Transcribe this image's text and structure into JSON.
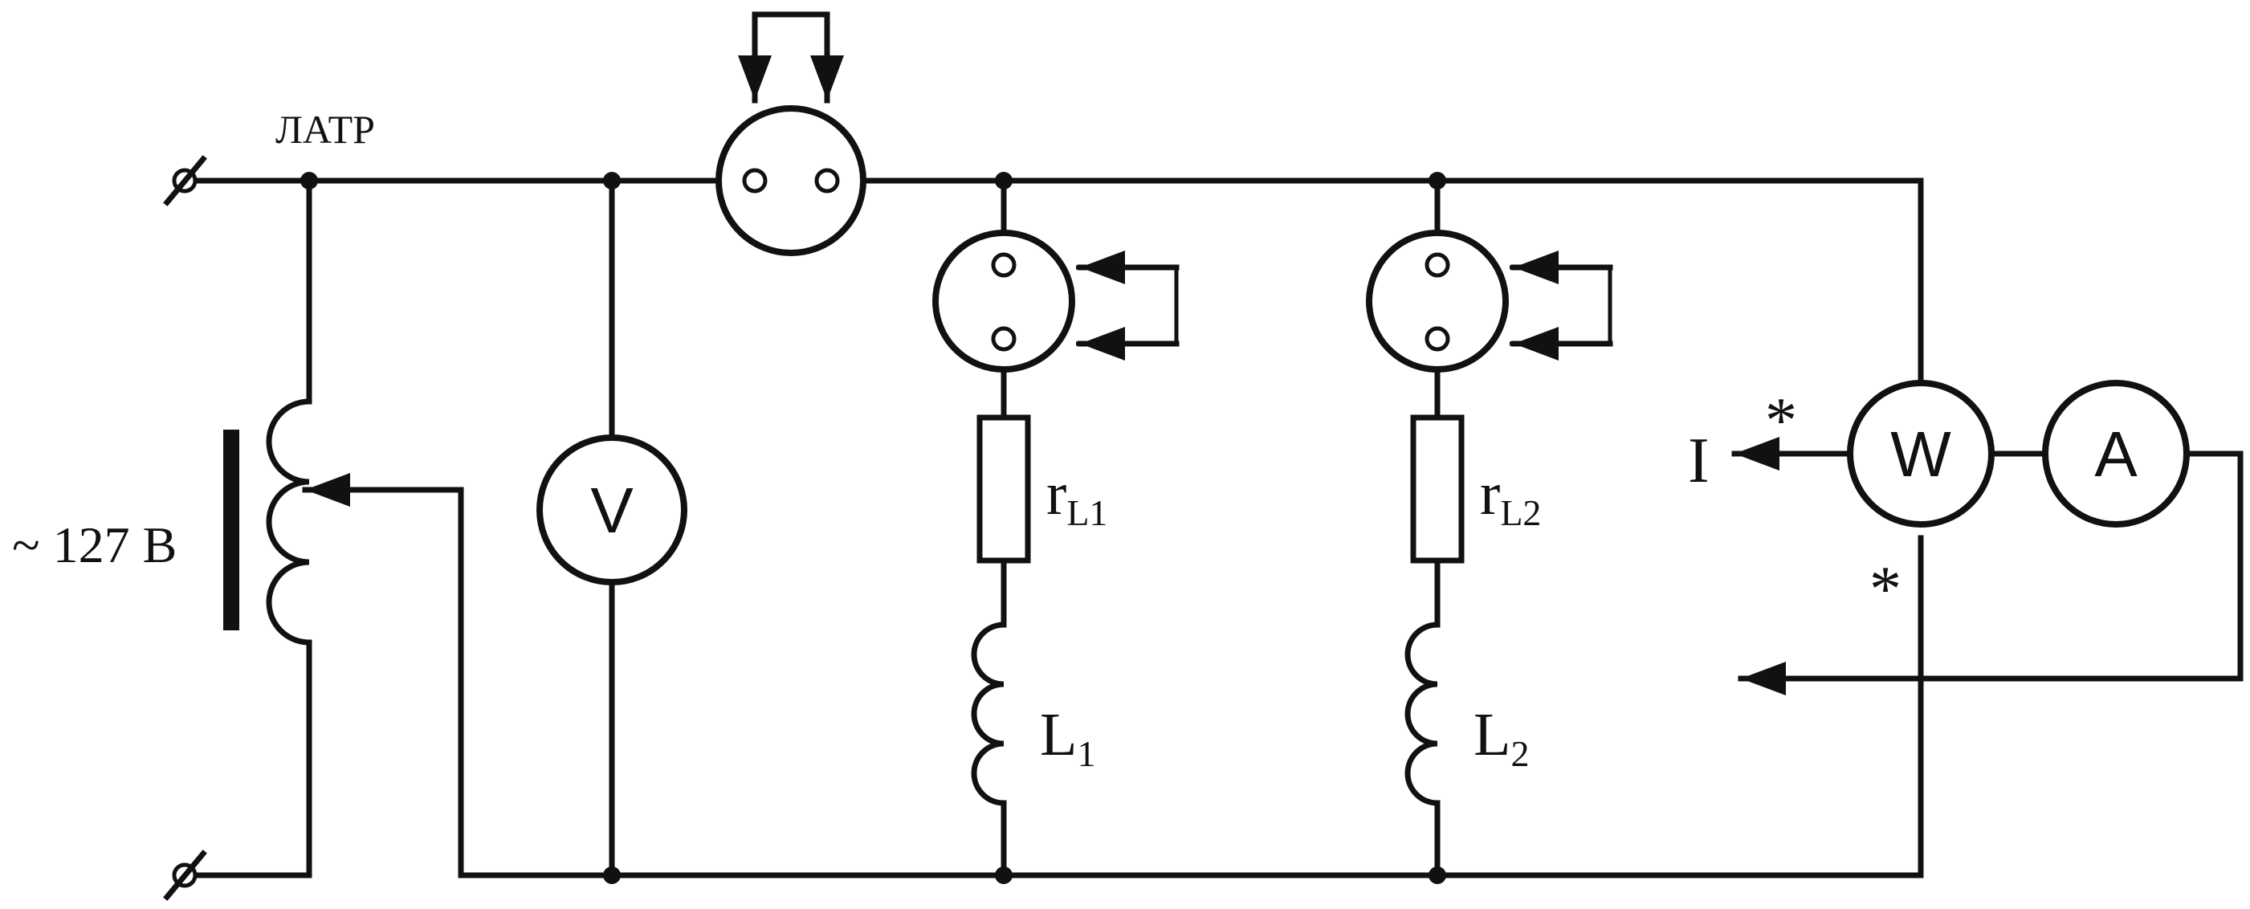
{
  "labels": {
    "autotransformer": "ЛАТР",
    "supply": "~ 127 В",
    "voltmeter": "V",
    "wattmeter": "W",
    "ammeter": "A",
    "current_letter": "I",
    "star": "*",
    "resistor_1": {
      "base": "r",
      "sub": "L1"
    },
    "resistor_2": {
      "base": "r",
      "sub": "L2"
    },
    "inductor_1": {
      "base": "L",
      "sub": "1"
    },
    "inductor_2": {
      "base": "L",
      "sub": "2"
    }
  }
}
